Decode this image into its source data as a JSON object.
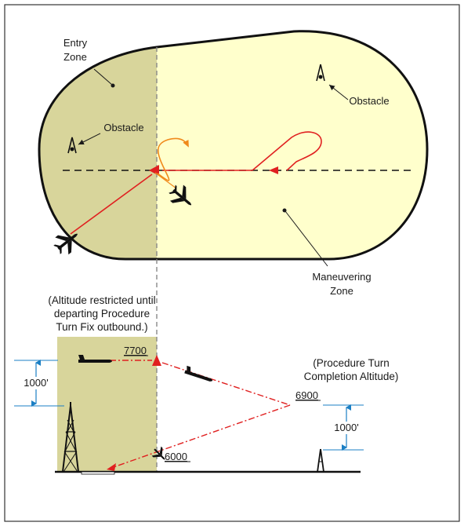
{
  "plan_view": {
    "entry_zone_label": [
      "Entry",
      "Zone"
    ],
    "obstacle_left_label": "Obstacle",
    "obstacle_right_label": "Obstacle",
    "maneuvering_zone_label": [
      "Maneuvering",
      "Zone"
    ]
  },
  "profile_view": {
    "restriction_note": [
      "(Altitude restricted until",
      "departing Procedure",
      "Turn Fix outbound.)"
    ],
    "completion_note": [
      "(Procedure Turn",
      "Completion Altitude)"
    ],
    "altitude_fix": "7700",
    "altitude_completion": "6900",
    "altitude_low": "6000",
    "dimension_left": "1000'",
    "dimension_right": "1000'"
  },
  "colors": {
    "entry_zone_fill": "#d8d59b",
    "maneuvering_zone_fill": "#ffffcc",
    "track_red": "#e02020",
    "turn_orange": "#f08a1c",
    "dimension_blue": "#1b7fc4",
    "border": "#333333"
  }
}
